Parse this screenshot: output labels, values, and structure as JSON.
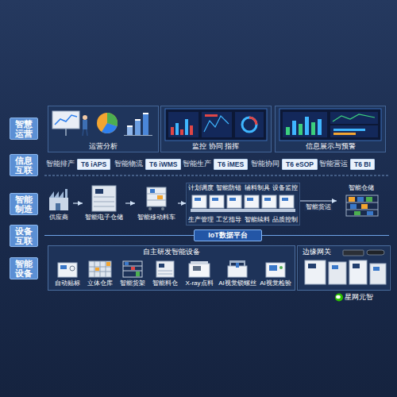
{
  "diagram": {
    "nodes": [
      {
        "text": [
          "智慧运营"
        ]
      },
      {
        "text": [
          "运营分析"
        ]
      },
      {
        "text": [
          "监控 协同 指挥"
        ]
      },
      {
        "text": [
          "信息展示与预警"
        ]
      },
      {
        "text": [
          "信息互联"
        ]
      },
      {
        "text": [
          "智能排产",
          "T6 iAPS"
        ]
      },
      {
        "text": [
          "智能物流",
          "T6 iWMS"
        ]
      },
      {
        "text": [
          "智能生产",
          "T6 iMES"
        ]
      },
      {
        "text": [
          "智能协同",
          "T6 eSOP"
        ]
      },
      {
        "text": [
          "智能营运",
          "T6 BI"
        ]
      },
      {
        "text": [
          "智能制造"
        ]
      },
      {
        "text": [
          "供应商"
        ]
      },
      {
        "text": [
          "智能电子仓储"
        ]
      },
      {
        "text": [
          "智能移动料车"
        ]
      },
      {
        "text": [
          "计划调度",
          "智能防错",
          "辅料制具",
          "设备监控",
          "生产管理",
          "工艺指导",
          "智能续料",
          "品质控制"
        ]
      },
      {
        "text": [
          "智能仓储"
        ]
      },
      {
        "text": [
          "设备互联"
        ]
      },
      {
        "text": [
          "IoT数据平台"
        ]
      },
      {
        "text": [
          "智能设备"
        ]
      },
      {
        "text": [
          "自主研发智能设备"
        ]
      },
      {
        "text": [
          "自动贴标"
        ],
        "in": 19
      },
      {
        "text": [
          "立体仓库"
        ],
        "in": 19
      },
      {
        "text": [
          "智能货架"
        ],
        "in": 19
      },
      {
        "text": [
          "智能料仓"
        ],
        "in": 19
      },
      {
        "text": [
          "X-ray点料"
        ],
        "in": 19
      },
      {
        "text": [
          "AI视觉锁螺丝"
        ],
        "in": 19
      },
      {
        "text": [
          "AI视觉检验"
        ],
        "in": 19
      },
      {
        "text": [
          "边缘网关"
        ]
      }
    ],
    "edges": [
      {
        "from": 11,
        "to": 12,
        "arrow": "to"
      },
      {
        "from": 12,
        "to": 13,
        "arrow": "to"
      },
      {
        "from": 13,
        "to": 14,
        "arrow": "to"
      },
      {
        "from": 14,
        "to": 15,
        "label": "智能货运",
        "arrow": "to"
      }
    ],
    "labels": [
      "星网元智"
    ]
  }
}
